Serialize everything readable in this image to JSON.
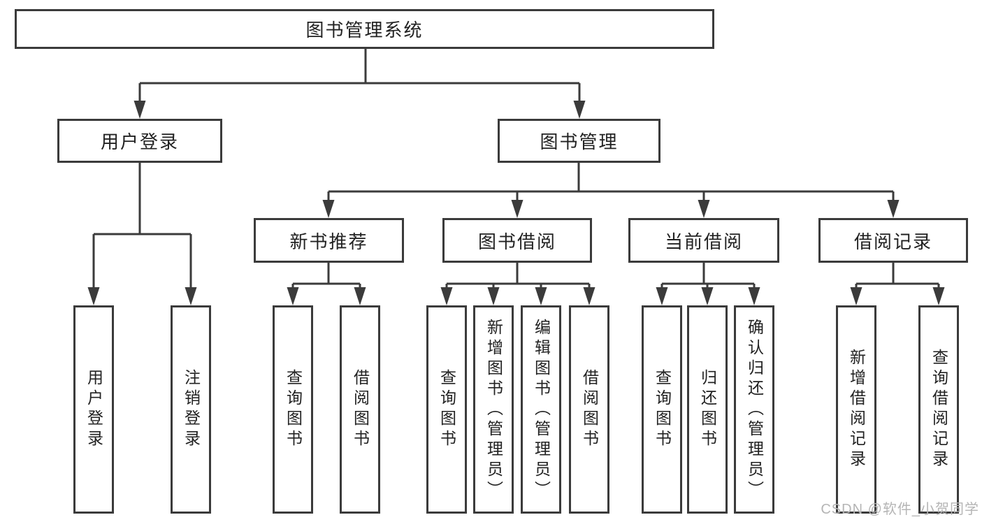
{
  "diagram": {
    "root": {
      "label": "图书管理系统"
    },
    "level2": [
      {
        "label": "用户登录"
      },
      {
        "label": "图书管理"
      }
    ],
    "level3": [
      {
        "label": "新书推荐"
      },
      {
        "label": "图书借阅"
      },
      {
        "label": "当前借阅"
      },
      {
        "label": "借阅记录"
      }
    ],
    "leaves": [
      {
        "label": "用户登录"
      },
      {
        "label": "注销登录"
      },
      {
        "label": "查询图书"
      },
      {
        "label": "借阅图书"
      },
      {
        "label": "查询图书"
      },
      {
        "label": "新增图书（管理员）"
      },
      {
        "label": "编辑图书（管理员）"
      },
      {
        "label": "借阅图书"
      },
      {
        "label": "查询图书"
      },
      {
        "label": "归还图书"
      },
      {
        "label": "确认归还（管理员）"
      },
      {
        "label": "新增借阅记录"
      },
      {
        "label": "查询借阅记录"
      }
    ],
    "watermark": "CSDN @软件_小贺同学",
    "colors": {
      "line": "#3b3b3b",
      "text": "#222222",
      "canvas": "#ffffff",
      "watermark": "#b5b5b5"
    }
  }
}
